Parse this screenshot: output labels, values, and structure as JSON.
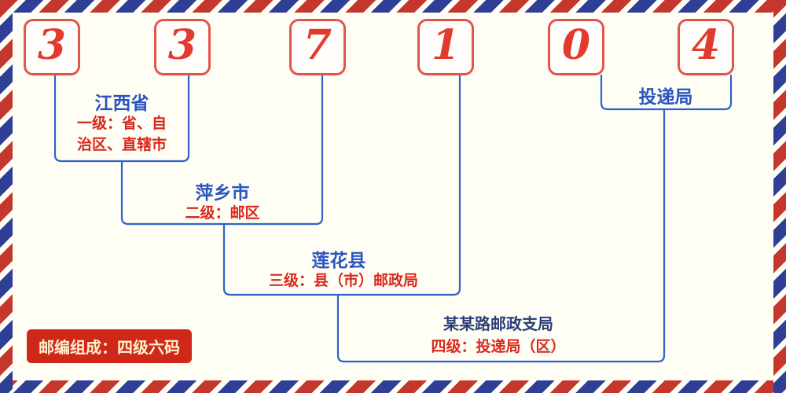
{
  "postal_code": {
    "full": "337104",
    "digits": [
      "3",
      "3",
      "7",
      "1",
      "0",
      "4"
    ]
  },
  "levels": [
    {
      "name": "江西省",
      "desc": "一级：省、自\n治区、直辖市"
    },
    {
      "name": "萍乡市",
      "desc": "二级：邮区"
    },
    {
      "name": "莲花县",
      "desc": "三级：县（市）邮政局"
    },
    {
      "name": "某某路邮政支局",
      "desc": "四级：投递局（区）"
    }
  ],
  "delivery_office": {
    "label": "投递局"
  },
  "footer": {
    "badge": "邮编组成：四级六码"
  },
  "colors": {
    "digit_red": "#e23b2e",
    "box_border_red": "#e0564b",
    "label_blue": "#2a55c0",
    "sublabel_dark_blue": "#2c3e79",
    "line_blue": "#2f62c9",
    "desc_red": "#d8281e",
    "badge_bg": "#d02818",
    "badge_text": "#fdf3cf",
    "background": "#fffef5",
    "stripe_red": "#c5362c",
    "stripe_blue": "#2e3f95"
  }
}
